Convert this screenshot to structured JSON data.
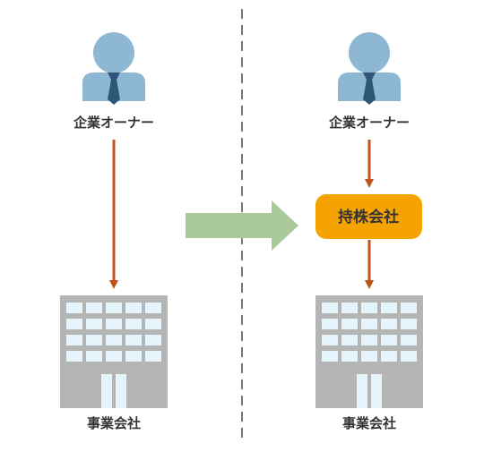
{
  "left": {
    "owner_label": "企業オーナー",
    "company_label": "事業会社"
  },
  "right": {
    "owner_label": "企業オーナー",
    "holding_label": "持株会社",
    "company_label": "事業会社"
  },
  "colors": {
    "person": "#8db7d3",
    "tie": "#2e5676",
    "arrow": "#c0521a",
    "transition_arrow": "#a9c99a",
    "holding_box": "#f5a300",
    "building": "#b5b5b5",
    "window": "#e6f4fb",
    "divider": "#777777"
  },
  "icons": [
    "person-icon",
    "building-icon",
    "down-arrow-icon",
    "transition-arrow-icon"
  ]
}
